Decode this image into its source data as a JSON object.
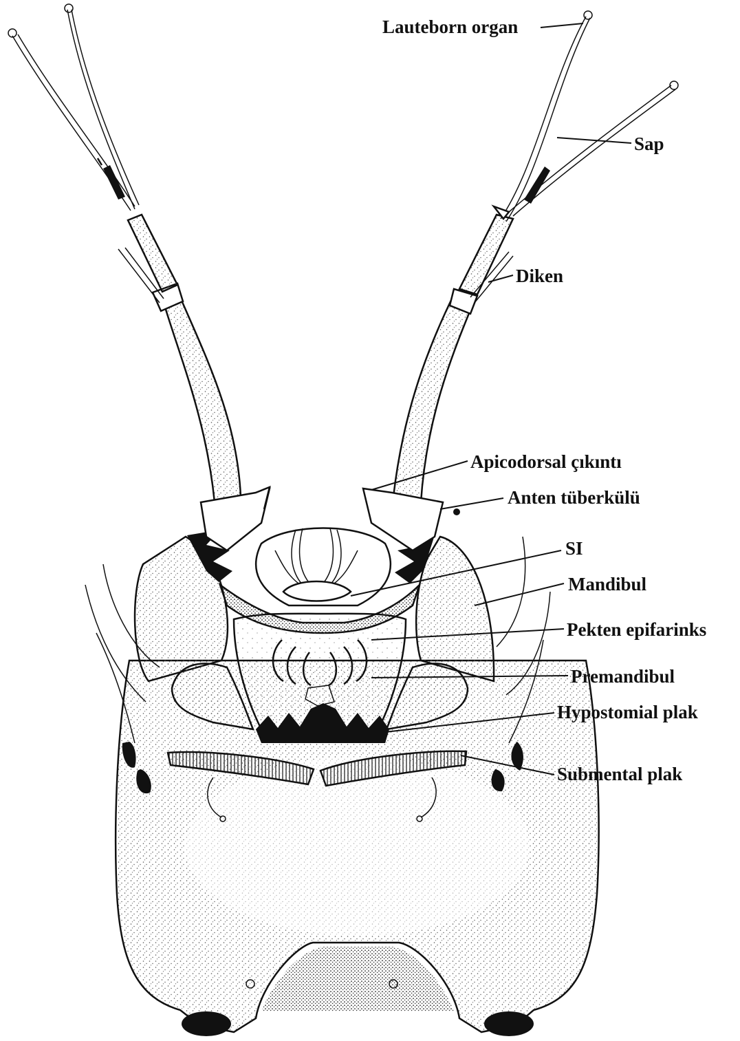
{
  "figure": {
    "labels": {
      "lauteborn_organ": "Lauteborn organ",
      "sap": "Sap",
      "diken": "Diken",
      "apicodorsal_cikinti": "Apicodorsal çıkıntı",
      "anten_tuberkulu": "Anten tüberkülü",
      "si": "SI",
      "mandibul": "Mandibul",
      "pekten_epifarinks": "Pekten epifarinks",
      "premandibul": "Premandibul",
      "hypostomial_plak": "Hypostomial plak",
      "submental_plak": "Submental plak"
    },
    "colors": {
      "ink": "#111111",
      "paper": "#ffffff",
      "stipple": "#6a6a6a"
    }
  }
}
